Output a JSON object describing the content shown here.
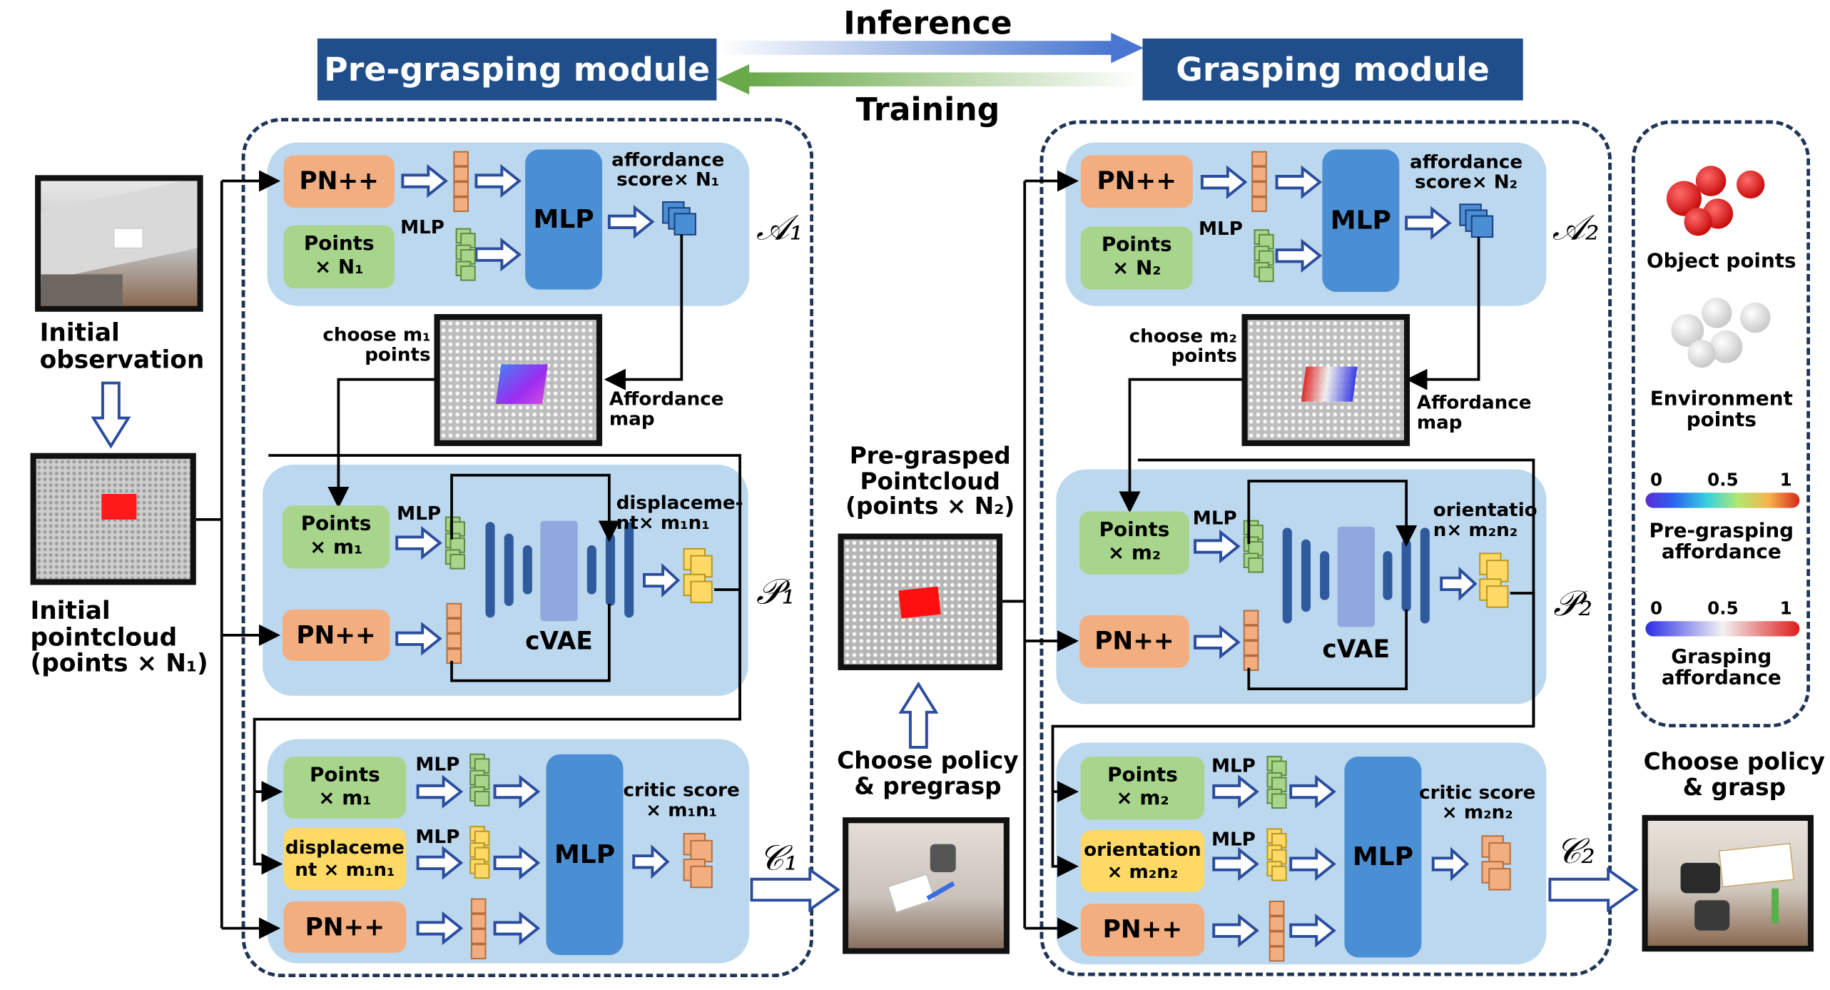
{
  "header": {
    "pre_module": "Pre-grasping module",
    "grasp_module": "Grasping module",
    "inference": "Inference",
    "training": "Training"
  },
  "left": {
    "initial_observation": "Initial\nobservation",
    "initial_pointcloud": "Initial\npointcloud\n(points × N₁)"
  },
  "module1": {
    "pn": "PN++",
    "points_n": "Points\n× N₁",
    "mlp_small": "MLP",
    "mlp": "MLP",
    "affordance_score": "affordance\nscore× N₁",
    "A": "𝒜₁",
    "choose": "choose m₁\npoints",
    "affordance_map": "Affordance\nmap",
    "points_m": "Points\n× m₁",
    "displacement_out": "displaceme-\nnt× m₁n₁",
    "cvae": "cVAE",
    "P": "𝒫₁",
    "critic_points": "Points\n× m₁",
    "critic_disp": "displaceme\nnt × m₁n₁",
    "critic_score": "critic score\n× m₁n₁",
    "C": "𝒞₁"
  },
  "middle": {
    "pregrasped": "Pre-grasped\nPointcloud\n(points × N₂)",
    "choose_policy": "Choose policy\n& pregrasp"
  },
  "module2": {
    "pn": "PN++",
    "points_n": "Points\n× N₂",
    "mlp_small": "MLP",
    "mlp": "MLP",
    "affordance_score": "affordance\nscore× N₂",
    "A": "𝒜₂",
    "choose": "choose m₂\npoints",
    "affordance_map": "Affordance\nmap",
    "points_m": "Points\n× m₂",
    "orientation_out": "orientatio\nn× m₂n₂",
    "cvae": "cVAE",
    "P": "𝒫₂",
    "critic_points": "Points\n× m₂",
    "critic_orient": "orientation\n× m₂n₂",
    "critic_score": "critic score\n× m₂n₂",
    "C": "𝒞₂"
  },
  "right": {
    "choose_policy": "Choose policy\n& grasp"
  },
  "legend": {
    "object_points": "Object points",
    "environment_points": "Environment\npoints",
    "scale_min": "0",
    "scale_mid": "0.5",
    "scale_max": "1",
    "pre_grasping_affordance": "Pre-grasping\naffordance",
    "grasping_affordance": "Grasping\naffordance"
  },
  "colors": {
    "banner": "#1f4e8a",
    "panel": "#bcd8ef",
    "pn": "#f3ae80",
    "points": "#a7d58c",
    "yellow": "#fed966",
    "mlp": "#4a8ed4",
    "encoder": "#2f5a9e"
  }
}
